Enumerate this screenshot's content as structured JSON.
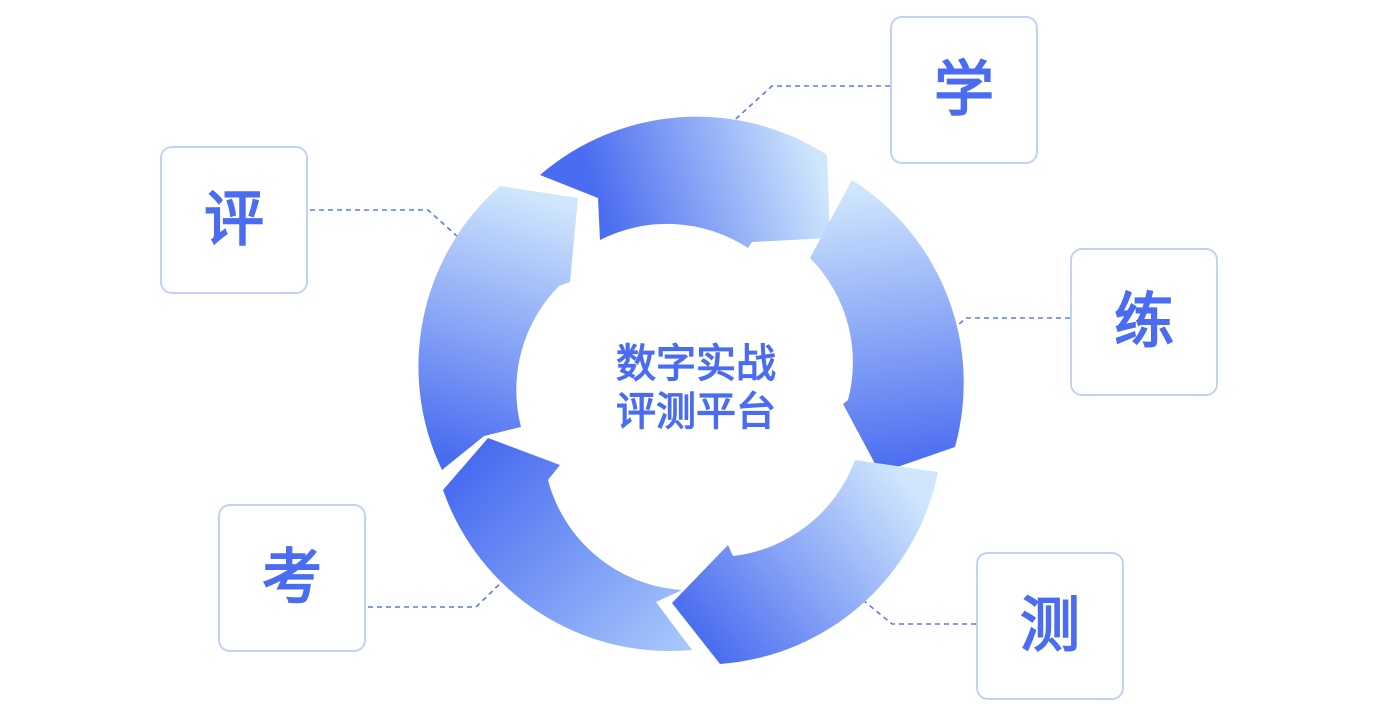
{
  "center": {
    "line1": "数字实战",
    "line2": "评测平台"
  },
  "nodes": {
    "xue": "学",
    "lian": "练",
    "ce": "测",
    "kao": "考",
    "ping": "评"
  },
  "colors": {
    "accent": "#4a6cf0",
    "arrow_dark": "#4a6cf0",
    "arrow_light": "#cfe6fd",
    "box_border": "#c3d1f4",
    "connector": "#5b7ce6"
  }
}
